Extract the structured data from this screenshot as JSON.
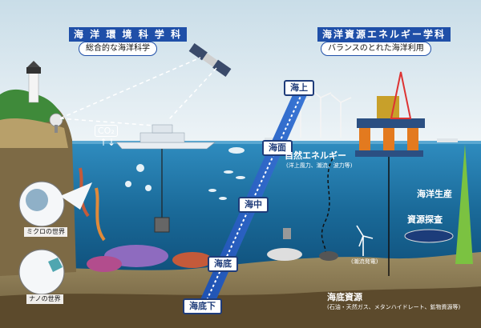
{
  "header": {
    "left_title": "海 洋 環 境 科 学 科",
    "left_subtitle": "総合的な海洋科学",
    "right_title": "海洋資源エネルギー学科",
    "right_subtitle": "バランスのとれた海洋利用"
  },
  "depth_tags": {
    "surface_top": "海上",
    "surface": "海面",
    "middle": "海中",
    "bottom": "海底",
    "below": "海底下"
  },
  "labels": {
    "co2": "CO₂",
    "energy": "自然エネルギー",
    "energy_detail": "(洋上風力、潮流、波力等)",
    "tidal": "(潮流発電)",
    "production": "海洋生産",
    "exploration": "資源探査",
    "seabed_resources": "海底資源",
    "seabed_detail": "(石油・天然ガス、メタンハイドレート、鉱物資源等)",
    "micro_world": "ミクロの世界",
    "nano_world": "ナノの世界"
  },
  "colors": {
    "title_blue": "#1f4fa8",
    "sky": "#d9e7ef",
    "sea": "#1e6f9d",
    "seafloor": "#8a7a55"
  }
}
